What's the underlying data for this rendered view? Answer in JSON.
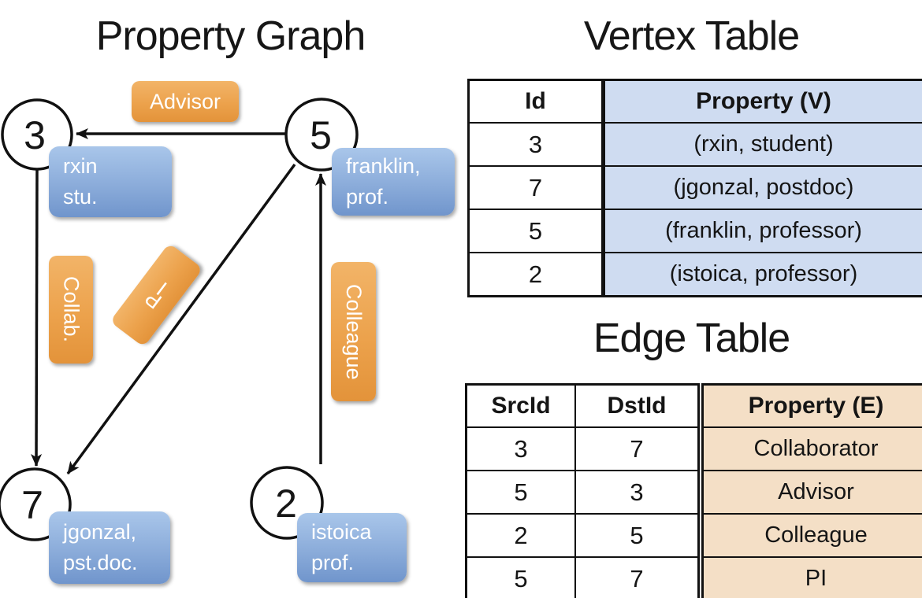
{
  "graph": {
    "title": "Property Graph",
    "nodes": [
      {
        "id": "3",
        "property": [
          "rxin",
          "stu."
        ]
      },
      {
        "id": "5",
        "property": [
          "franklin,",
          "prof."
        ]
      },
      {
        "id": "7",
        "property": [
          "jgonzal,",
          "pst.doc."
        ]
      },
      {
        "id": "2",
        "property": [
          "istoica",
          "prof."
        ]
      }
    ],
    "edges": [
      {
        "src": "5",
        "dst": "3",
        "label": "Advisor"
      },
      {
        "src": "3",
        "dst": "7",
        "label": "Collab."
      },
      {
        "src": "5",
        "dst": "7",
        "label": "PI"
      },
      {
        "src": "2",
        "dst": "5",
        "label": "Colleague"
      }
    ]
  },
  "vertex_table": {
    "title": "Vertex Table",
    "columns": [
      "Id",
      "Property (V)"
    ],
    "rows": [
      [
        "3",
        "(rxin, student)"
      ],
      [
        "7",
        "(jgonzal, postdoc)"
      ],
      [
        "5",
        "(franklin, professor)"
      ],
      [
        "2",
        "(istoica, professor)"
      ]
    ]
  },
  "edge_table": {
    "title": "Edge Table",
    "columns": [
      "SrcId",
      "DstId",
      "Property (E)"
    ],
    "rows": [
      [
        "3",
        "7",
        "Collaborator"
      ],
      [
        "5",
        "3",
        "Advisor"
      ],
      [
        "2",
        "5",
        "Colleague"
      ],
      [
        "5",
        "7",
        "PI"
      ]
    ]
  },
  "colors": {
    "edge_label_orange_top": "#f2b468",
    "edge_label_orange_bottom": "#e3933a",
    "vertex_label_blue_top": "#a9c6ea",
    "vertex_label_blue_bottom": "#7095cc",
    "vertex_property_fill": "#cfdcf1",
    "edge_property_fill": "#f4dfc6",
    "line_color": "#111111",
    "background": "#ffffff"
  }
}
